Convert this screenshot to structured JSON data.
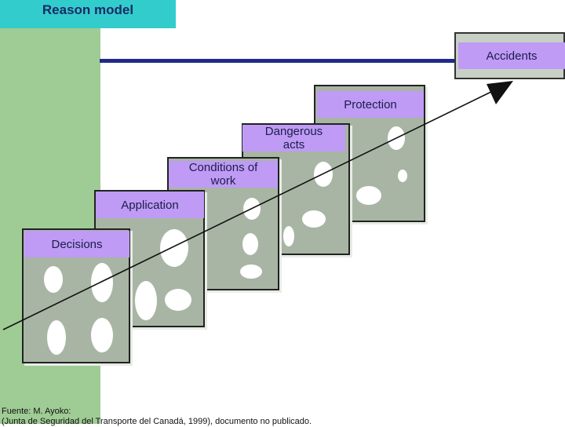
{
  "title": "Reason model",
  "layers": {
    "decisions": "Decisions",
    "application": "Application",
    "conditions_line1": "Conditions of",
    "conditions_line2": "work",
    "dangerous_line1": "Dangerous",
    "dangerous_line2": "acts",
    "protection": "Protection",
    "accidents": "Accidents"
  },
  "source": {
    "line1": "Fuente: M. Ayoko:",
    "line2": "(Junta de Seguridad del Transporte del Canadá, 1999), documento no publicado."
  },
  "colors": {
    "title_bg": "#33cccc",
    "band": "#9fcc95",
    "card": "#a8b5a4",
    "label": "#bf9bf5",
    "line": "#1f2a8a"
  }
}
